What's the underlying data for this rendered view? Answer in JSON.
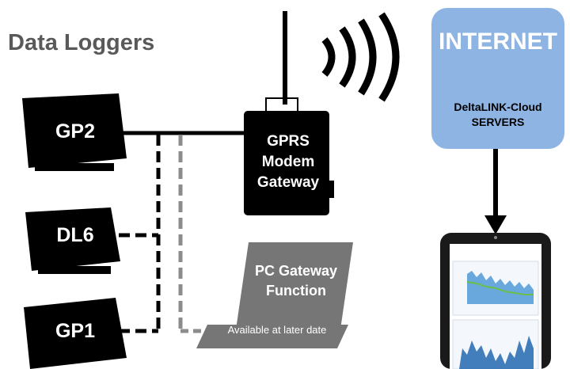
{
  "title": "Data Loggers",
  "loggers": [
    {
      "label": "GP2"
    },
    {
      "label": "DL6"
    },
    {
      "label": "GP1"
    }
  ],
  "modem": {
    "line1": "GPRS",
    "line2": "Modem",
    "line3": "Gateway"
  },
  "pc_gateway": {
    "line1": "PC Gateway",
    "line2": "Function",
    "note": "Available at later date"
  },
  "internet": {
    "title": "INTERNET",
    "line1": "DeltaLINK-Cloud",
    "line2": "SERVERS"
  },
  "colors": {
    "device": "#000000",
    "laptop": "#767676",
    "cloud_box": "#8db4e2",
    "dashed_gray": "#8c8c8c",
    "title_text": "#595959"
  }
}
